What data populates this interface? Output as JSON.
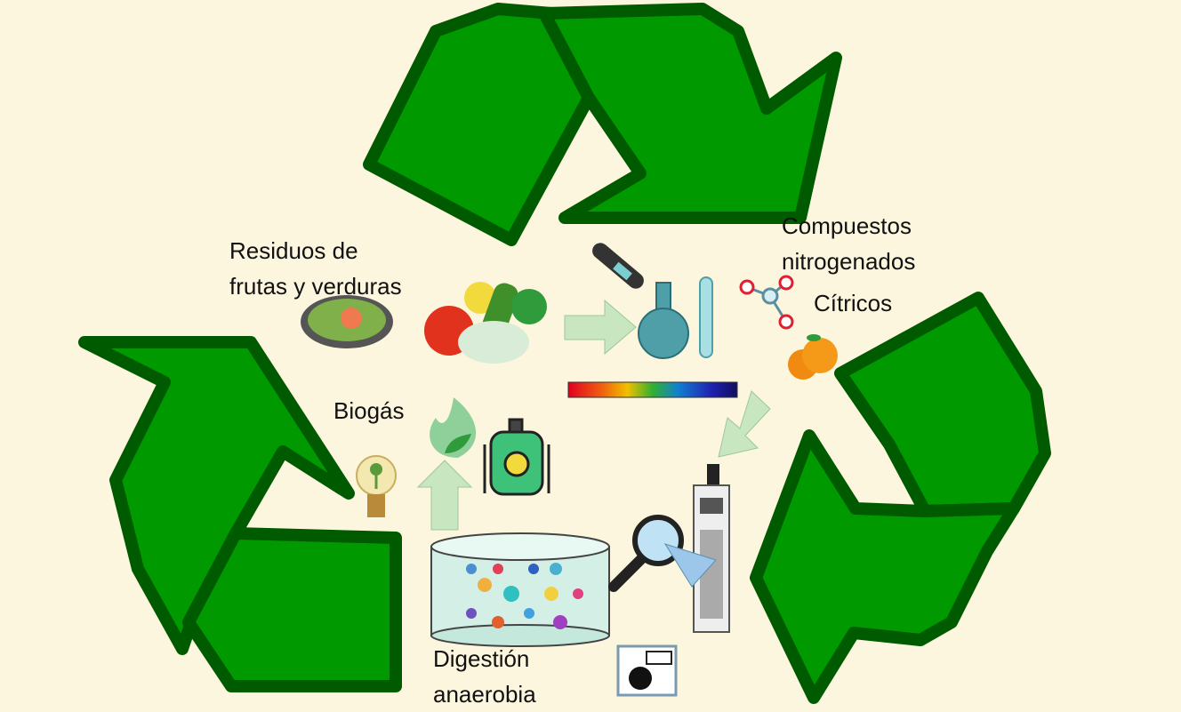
{
  "labels": {
    "residuos": [
      "Residuos de",
      "frutas y verduras"
    ],
    "compuestos": [
      "Compuestos",
      "nitrogenados"
    ],
    "citricos": "Cítricos",
    "biogas": "Biogás",
    "digestion": [
      "Digestión",
      "anaerobia"
    ]
  },
  "colors": {
    "background": "#fdf6de",
    "arrow_fill": "#009900",
    "arrow_stroke": "#005a00",
    "flow_arrow": "#c8e6c0"
  }
}
